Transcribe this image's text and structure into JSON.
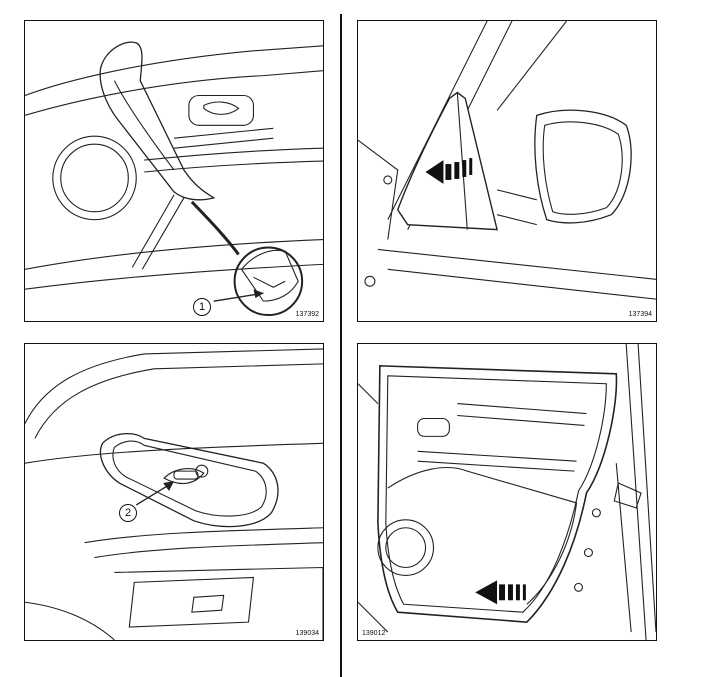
{
  "panels": [
    {
      "ref": "137392",
      "callout": "1"
    },
    {
      "ref": "137394"
    },
    {
      "ref": "139034",
      "callout": "2"
    },
    {
      "ref": "139012"
    }
  ]
}
